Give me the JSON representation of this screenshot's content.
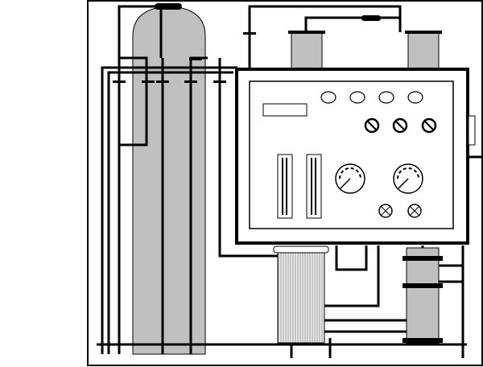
{
  "diagram": {
    "type": "equipment-schematic",
    "colors": {
      "line": "#000000",
      "vessel_fill": "#c0c0c0",
      "background": "#ffffff",
      "filter_fill": "#e8e8e8"
    },
    "counts": {
      "indicator_lamps": 4,
      "switches": 3,
      "flow_meters": 2,
      "pressure_gauges": 2,
      "alarm_lamps": 2
    }
  }
}
